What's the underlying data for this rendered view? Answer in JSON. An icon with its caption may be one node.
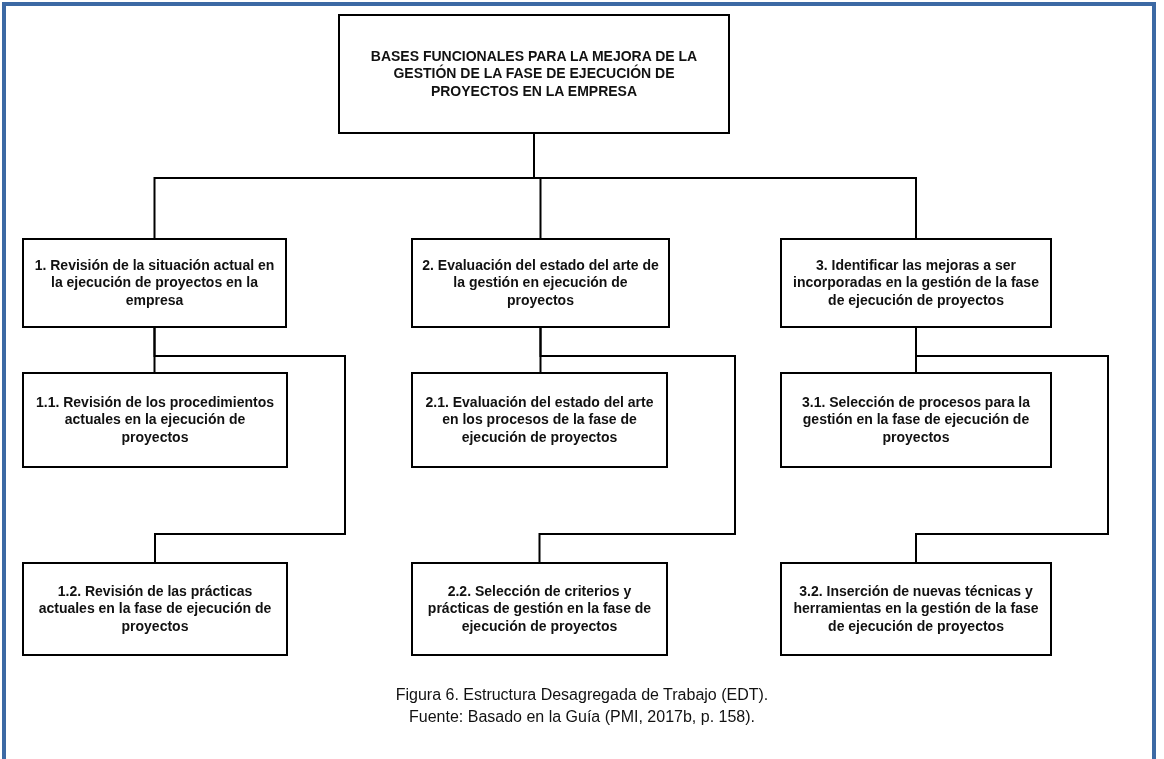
{
  "diagram": {
    "caption": "Figura 6. Estructura Desagregada de Trabajo (EDT).",
    "nodes": [
      {
        "text": [
          "BASES FUNCIONALES PARA LA MEJORA DE LA GESTIÓN DE LA FASE DE EJECUCIÓN DE PROYECTOS EN LA EMPRESA"
        ]
      },
      {
        "text": [
          "1. Revisión de la situación actual en la ejecución de proyectos en la empresa"
        ]
      },
      {
        "text": [
          "1.1. Revisión de los procedimientos actuales en la ejecución de proyectos"
        ]
      },
      {
        "text": [
          "1.2. Revisión de las prácticas actuales en la fase de ejecución de proyectos"
        ]
      },
      {
        "text": [
          "2. Evaluación del estado del arte de la gestión en ejecución de proyectos"
        ]
      },
      {
        "text": [
          "2.1. Evaluación del estado del arte en los procesos de la fase de ejecución de proyectos"
        ]
      },
      {
        "text": [
          "2.2. Selección de criterios y prácticas de gestión en la fase de ejecución de proyectos"
        ]
      },
      {
        "text": [
          "3. Identificar las mejoras a ser incorporadas en la gestión de la fase de ejecución de proyectos"
        ]
      },
      {
        "text": [
          "3.1. Selección de procesos para la gestión en la fase de ejecución de proyectos"
        ]
      },
      {
        "text": [
          "3.2. Inserción de nuevas técnicas y herramientas en la gestión de la fase de ejecución de proyectos"
        ]
      }
    ],
    "edges": [
      {
        "from": 0,
        "to": 1,
        "arrow": "none"
      },
      {
        "from": 0,
        "to": 4,
        "arrow": "none"
      },
      {
        "from": 0,
        "to": 7,
        "arrow": "none"
      },
      {
        "from": 1,
        "to": 2,
        "arrow": "none"
      },
      {
        "from": 1,
        "to": 3,
        "arrow": "none"
      },
      {
        "from": 4,
        "to": 5,
        "arrow": "none"
      },
      {
        "from": 4,
        "to": 6,
        "arrow": "none"
      },
      {
        "from": 7,
        "to": 8,
        "arrow": "none"
      },
      {
        "from": 7,
        "to": 9,
        "arrow": "none"
      }
    ],
    "labels": [
      "Fuente: Basado en la Guía (PMI, 2017b, p. 158)."
    ]
  }
}
